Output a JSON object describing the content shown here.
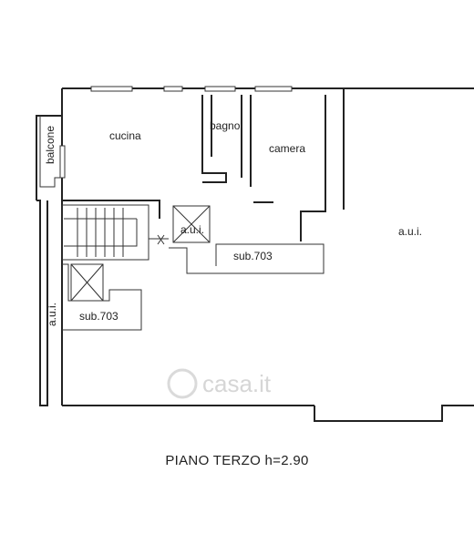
{
  "rooms": {
    "cucina": "cucina",
    "bagno": "bagno",
    "camera": "camera",
    "balcone": "balcone",
    "aui_right": "a.u.i.",
    "aui_center": "a.u.i.",
    "aui_left": "a.u.i.",
    "sub_center": "sub.703",
    "sub_left": "sub.703"
  },
  "watermark": "casa.it",
  "caption": "PIANO TERZO h=2.90"
}
